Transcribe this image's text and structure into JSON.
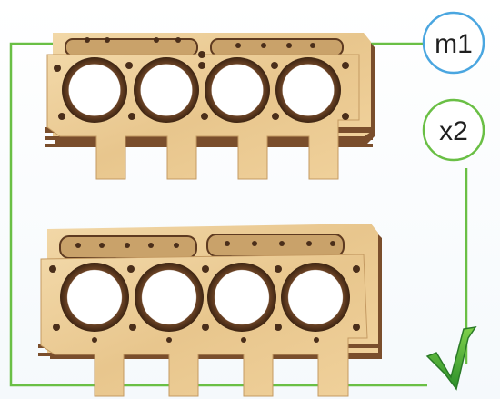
{
  "badges": {
    "material_label": "m1",
    "material_color": "#4aa6e0",
    "quantity_label": "x2",
    "quantity_color": "#6abf45"
  },
  "frame": {
    "color": "#6abf45"
  },
  "checkmark": {
    "icon": "checkmark-icon",
    "color": "#3aa836"
  },
  "parts": [
    {
      "name": "engine-block-part-top",
      "cylinders": 4
    },
    {
      "name": "engine-block-part-bottom",
      "cylinders": 4
    }
  ]
}
